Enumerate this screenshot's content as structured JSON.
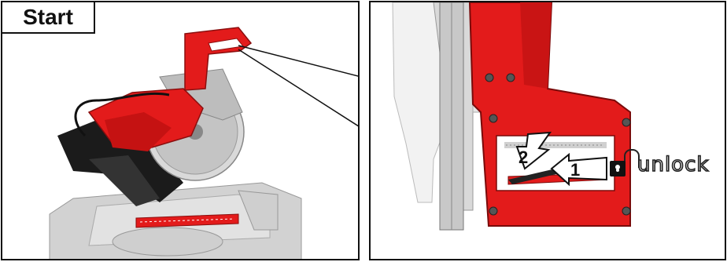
{
  "labels": {
    "start": "Start",
    "step1": "1",
    "step2": "2",
    "unlock": "unlock"
  },
  "colors": {
    "accent": "#e31b1b",
    "metal": "#c8c8c8",
    "outline": "#111111"
  },
  "icons": {
    "lock": "unlock-icon"
  }
}
